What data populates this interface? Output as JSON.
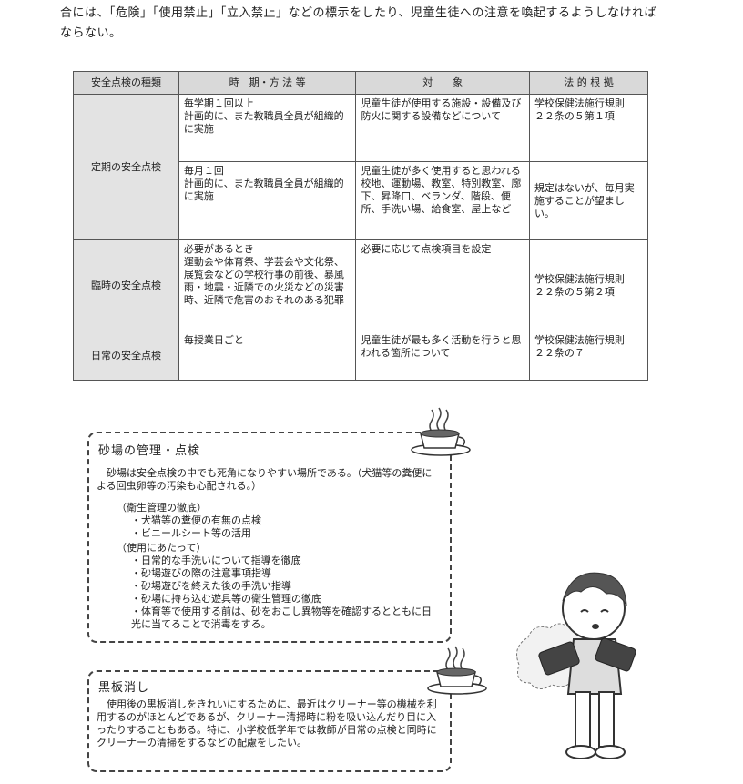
{
  "intro_text": "合には、「危険」「使用禁止」「立入禁止」などの標示をしたり、児童生徒への注意を喚起するようしなければならない。",
  "table": {
    "headers": [
      "安全点検の種類",
      "時　期・方 法 等",
      "対　　象",
      "法 的 根 拠"
    ],
    "rows": [
      {
        "type": "定期の安全点検",
        "timing": "毎学期１回以上\n計画的に、また教職員全員が組織的に実施",
        "target": "児童生徒が使用する施設・設備及び防火に関する設備などについて",
        "basis": "学校保健法施行規則\n２２条の５第１項"
      },
      {
        "type": "",
        "timing": "毎月１回\n計画的に、また教職員全員が組織的に実施",
        "target": "児童生徒が多く使用すると思われる校地、運動場、教室、特別教室、廊下、昇降口、ベランダ、階段、便所、手洗い場、給食室、屋上など",
        "basis": "規定はないが、毎月実施することが望ましい。"
      },
      {
        "type": "臨時の安全点検",
        "timing": "必要があるとき\n運動会や体育祭、学芸会や文化祭、展覧会などの学校行事の前後、暴風雨・地震・近隣での火災などの災害時、近隣で危害のおそれのある犯罪",
        "target": "必要に応じて点検項目を設定",
        "basis": "学校保健法施行規則\n２２条の５第２項"
      },
      {
        "type": "日常の安全点検",
        "timing": "毎授業日ごと",
        "target": "児童生徒が最も多く活動を行うと思われる箇所について",
        "basis": "学校保健法施行規則\n２２条の７"
      }
    ]
  },
  "sandbox": {
    "title": "砂場の管理・点検",
    "lead": "砂場は安全点検の中でも死角になりやすい場所である。（犬猫等の糞便による回虫卵等の汚染も心配される。）",
    "section1": "（衛生管理の徹底）",
    "items1": [
      "・犬猫等の糞便の有無の点検",
      "・ビニールシート等の活用"
    ],
    "section2": "（使用にあたって）",
    "items2": [
      "・日常的な手洗いについて指導を徹底",
      "・砂場遊びの際の注意事項指導",
      "・砂場遊びを終えた後の手洗い指導",
      "・砂場に持ち込む遊具等の衛生管理の徹底",
      "・体育等で使用する前は、砂をおこし異物等を確認するとともに日光に当てることで消毒をする。"
    ]
  },
  "eraser": {
    "title": "黒板消し",
    "body": "使用後の黒板消しをきれいにするために、最近はクリーナー等の機械を利用するのがほとんどであるが、クリーナー清掃時に粉を吸い込んだり目に入ったりすることもある。特に、小学校低学年では教師が日常の点検と同時にクリーナーの清掃をするなどの配慮をしたい。"
  }
}
